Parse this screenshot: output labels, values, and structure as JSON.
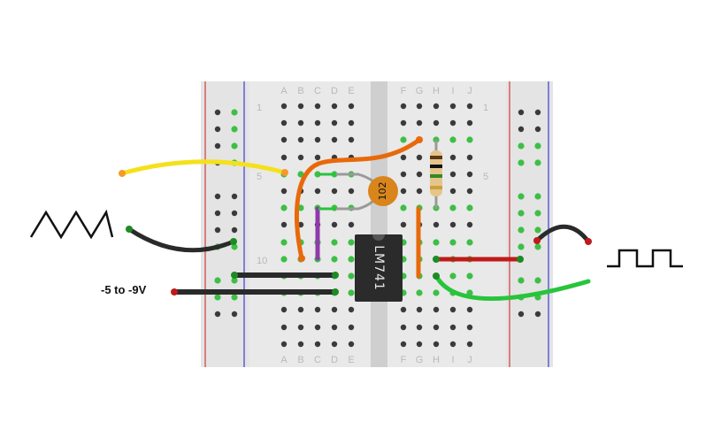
{
  "labels": {
    "voltage": "-5 to -9V",
    "chip": "LM741",
    "capacitor": "102"
  },
  "columns_left": [
    "A",
    "B",
    "C",
    "D",
    "E"
  ],
  "columns_right": [
    "F",
    "G",
    "H",
    "I",
    "J"
  ],
  "row_numbers": [
    "1",
    "5",
    "10"
  ],
  "right_row_numbers": [
    "1",
    "5"
  ],
  "colors": {
    "board": "#e7e7e7",
    "rail_red": "#d43a3a",
    "rail_blue": "#3a3ad4",
    "wire_yellow": "#f4e11c",
    "wire_orange": "#e8690a",
    "wire_black": "#2a2a2a",
    "wire_green": "#27c43c",
    "wire_red": "#c01a1a",
    "wire_purple": "#8e3aa8",
    "wire_gray": "#9a9a9a",
    "capacitor": "#d8851c",
    "chip_body": "#2b2b2b"
  }
}
